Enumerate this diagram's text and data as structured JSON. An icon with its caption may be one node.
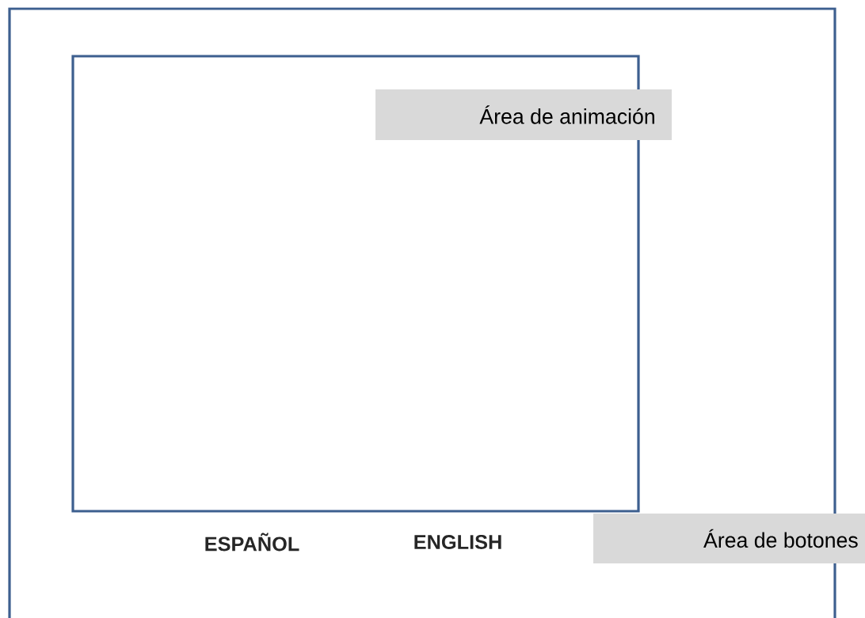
{
  "diagram": {
    "nodes": [
      {
        "text": [],
        "shape": "box"
      },
      {
        "text": [],
        "shape": "box",
        "in": 0
      },
      {
        "text": [
          "Área de animación"
        ],
        "in": 0
      },
      {
        "text": [
          "Área de botones"
        ]
      }
    ],
    "labels": [
      "ESPAÑOL",
      "ENGLISH"
    ]
  }
}
